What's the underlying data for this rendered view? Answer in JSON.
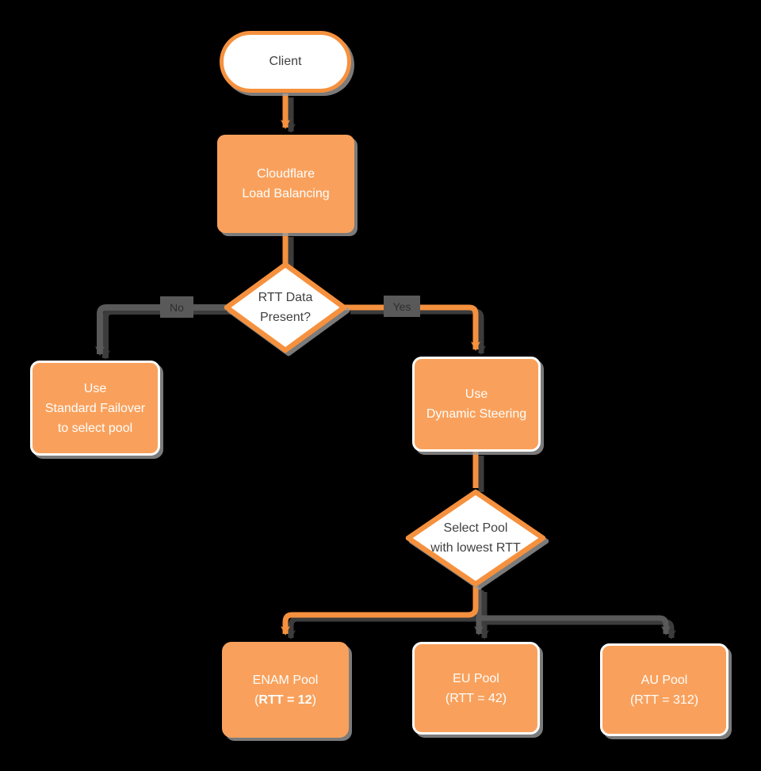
{
  "colors": {
    "background": "#000000",
    "node_fill": "#F9A15C",
    "accent_orange": "#F5913E",
    "line_gray": "#595959",
    "text_dark": "#414141",
    "text_light": "#FFFFFF"
  },
  "nodes": {
    "client": {
      "label": "Client"
    },
    "load_balancing": {
      "line1": "Cloudflare",
      "line2": "Load Balancing"
    },
    "rtt_decision": {
      "line1": "RTT Data",
      "line2": "Present?"
    },
    "standard_failover": {
      "line1": "Use",
      "line2": "Standard Failover",
      "line3": "to select pool"
    },
    "dynamic_steering": {
      "line1": "Use",
      "line2": "Dynamic Steering"
    },
    "select_pool": {
      "line1": "Select Pool",
      "line2": "with lowest RTT"
    },
    "enam_pool": {
      "line1": "ENAM Pool",
      "rtt_prefix": "(",
      "rtt_value": "RTT = 12",
      "rtt_suffix": ")"
    },
    "eu_pool": {
      "line1": "EU Pool",
      "line2": "(RTT = 42)"
    },
    "au_pool": {
      "line1": "AU Pool",
      "line2": "(RTT = 312)"
    }
  },
  "edges": {
    "no_label": "No",
    "yes_label": "Yes"
  }
}
